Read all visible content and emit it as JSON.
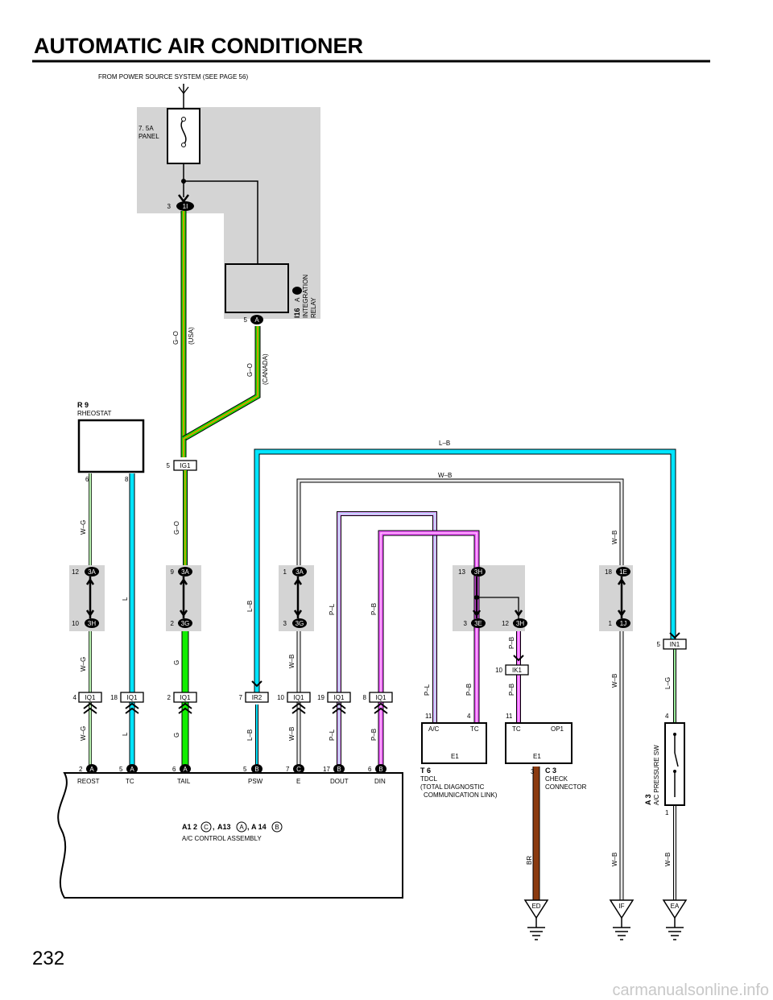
{
  "page": {
    "title": "AUTOMATIC AIR CONDITIONER",
    "page_number": "232",
    "watermark": "carmanualsonline.info",
    "source_note": "FROM POWER SOURCE SYSTEM (SEE PAGE 56)"
  },
  "components": {
    "fuse": {
      "rating": "7. 5A",
      "name": "PANEL"
    },
    "relay": {
      "code": "I16",
      "connector": "A",
      "name_line1": "INTEGRATION",
      "name_line2": "RELAY"
    },
    "rheostat": {
      "code": "R 9",
      "name": "RHEOSTAT"
    },
    "tdcl": {
      "code": "T 6",
      "line1": "TDCL",
      "line2": "(TOTAL DIAGNOSTIC",
      "line3": "COMMUNICATION LINK)",
      "pin_ac": "A/C",
      "pin_tc": "TC",
      "pin_e1": "E1"
    },
    "check_connector": {
      "code": "C 3",
      "line1": "CHECK",
      "line2": "CONNECTOR",
      "pin_tc": "TC",
      "pin_op1": "OP1",
      "pin_e1": "E1"
    },
    "pressure_sw": {
      "code": "A 3",
      "name": "A/C PRESSURE SW"
    },
    "ac_control": {
      "code1": "A1 2",
      "conn1": "C",
      "code2": "A13",
      "conn2": "A",
      "code3": "A 14",
      "conn3": "B",
      "name": "A/C CONTROL ASSEMBLY",
      "terminals": [
        "REOST",
        "TC",
        "TAIL",
        "PSW",
        "E",
        "DOUT",
        "DIN"
      ]
    },
    "grounds": [
      "ED",
      "IF",
      "EA"
    ]
  },
  "wire_labels": {
    "usa_color": "G–O",
    "usa_note": "(USA)",
    "canada_color": "G–O",
    "canada_note": "(CANADA)",
    "lb_top": "L–B",
    "wb_top": "W–B",
    "wg1": "W–G",
    "wg2": "W–G",
    "wg3": "W–G",
    "l1": "L",
    "l2": "L",
    "go1": "G–O",
    "g1": "G",
    "g2": "G",
    "lb1": "L–B",
    "lb2": "L–B",
    "wb1": "W–B",
    "wb2": "W–B",
    "pl1": "P–L",
    "pl2": "P–L",
    "pl3": "P–L",
    "pb1": "P–B",
    "pb2": "P–B",
    "pb3": "P–B",
    "pb4": "P–B",
    "pb5": "P–B",
    "wb_right1": "W–B",
    "wb_right2": "W–B",
    "wb_right3": "W–B",
    "lg": "L–G",
    "wb_ea": "W–B",
    "br": "BR"
  },
  "connectors": {
    "c_1i": "1I",
    "c_ig1": "IG1",
    "c_3a1": "3A",
    "c_3h1": "3H",
    "c_3a2": "3A",
    "c_3g1": "3G",
    "c_3a3": "3A",
    "c_3g2": "3G",
    "c_3h2": "3H",
    "c_3e": "3E",
    "c_3h3": "3H",
    "c_1e": "1E",
    "c_1j": "1J",
    "c_ik1": "IK1",
    "c_in1": "IN1",
    "c_iq1_a": "IQ1",
    "c_iq1_b": "IQ1",
    "c_iq1_c": "IQ1",
    "c_ir2": "IR2",
    "c_iq1_d": "IQ1",
    "c_iq1_e": "IQ1",
    "c_iq1_f": "IQ1",
    "ac_a1": "A",
    "ac_a2": "A",
    "ac_a3": "A",
    "ac_b1": "B",
    "ac_c": "C",
    "ac_b2": "B",
    "ac_b3": "B",
    "relay_a": "A"
  },
  "pins": {
    "p1i": "3",
    "prelay": "5",
    "pig1": "5",
    "prh6": "6",
    "prh8": "8",
    "p12": "12",
    "p10a": "10",
    "p9": "9",
    "p2a": "2",
    "p1a": "1",
    "p3a": "3",
    "p13": "13",
    "p3e": "3",
    "p12b": "12",
    "p18a": "18",
    "p1j": "1",
    "p10ik": "10",
    "p5in": "5",
    "p4iq": "4",
    "p18iq": "18",
    "p2iq": "2",
    "p7ir": "7",
    "p10iq": "10",
    "p19iq": "19",
    "p8iq": "8",
    "pac2": "2",
    "pac5": "5",
    "pac6": "6",
    "pac5b": "5",
    "pac7": "7",
    "pac17": "17",
    "pac6b": "6",
    "ptd11": "11",
    "ptd4": "4",
    "pcc11": "11",
    "pcc3": "3",
    "psw4": "4",
    "psw1": "1"
  }
}
